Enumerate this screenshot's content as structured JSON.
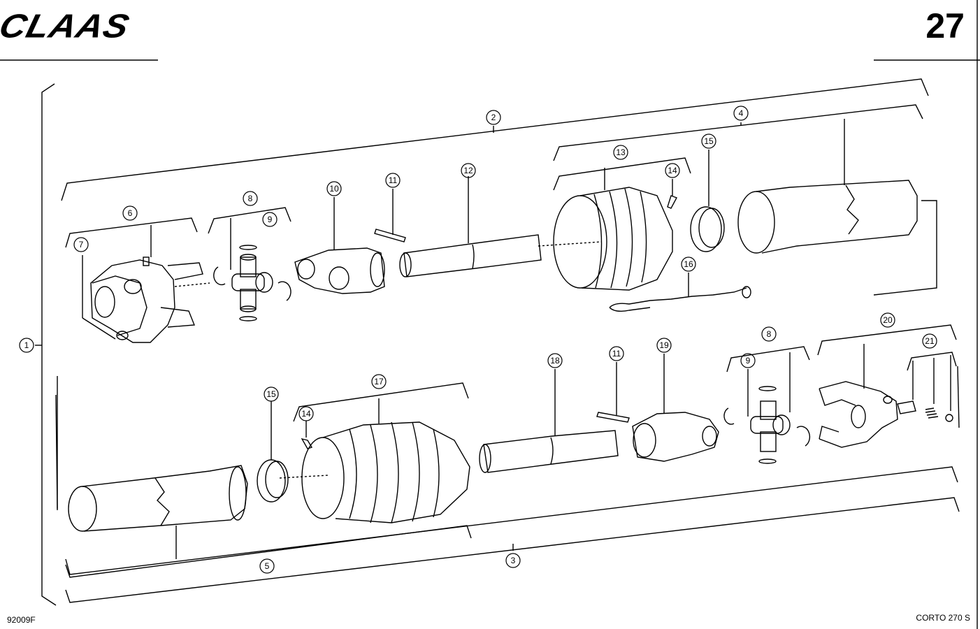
{
  "header": {
    "brand": "CLAAS",
    "page_number": "27"
  },
  "footer": {
    "drawing_code": "92009F",
    "model": "CORTO 270 S"
  },
  "callouts": {
    "c1": "1",
    "c2": "2",
    "c3": "3",
    "c4": "4",
    "c5": "5",
    "c6": "6",
    "c7": "7",
    "c8a": "8",
    "c8b": "8",
    "c9a": "9",
    "c9b": "9",
    "c10": "10",
    "c11a": "11",
    "c11b": "11",
    "c12": "12",
    "c13": "13",
    "c14a": "14",
    "c14b": "14",
    "c15a": "15",
    "c15b": "15",
    "c16": "16",
    "c17": "17",
    "c18": "18",
    "c19": "19",
    "c20": "20",
    "c21": "21"
  }
}
